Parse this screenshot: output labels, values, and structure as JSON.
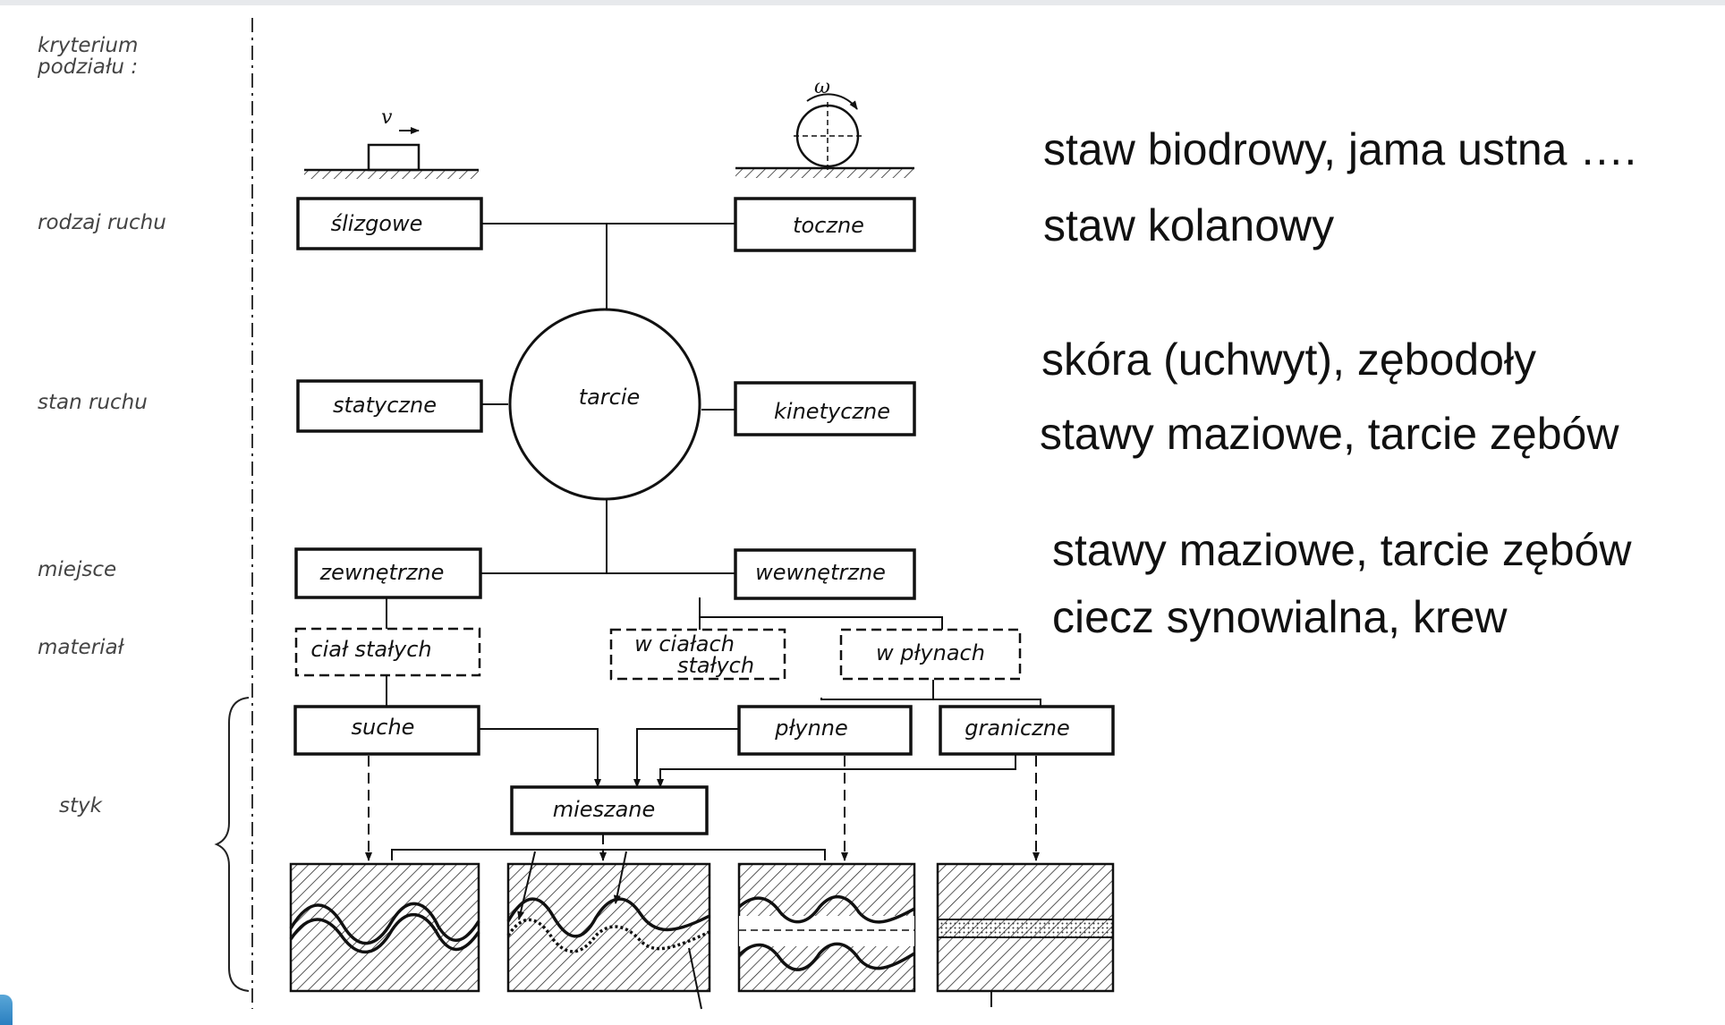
{
  "criteria": {
    "header_line1": "kryterium",
    "header_line2": "podziału :",
    "motion_type": "rodzaj   ruchu",
    "motion_state": "stan   ruchu",
    "place": "miejsce",
    "material": "materiał",
    "contact": "styk"
  },
  "symbols": {
    "velocity": "v",
    "angular": "ω"
  },
  "nodes": {
    "center": "tarcie",
    "sliding": "ślizgowe",
    "rolling": "toczne",
    "static": "statyczne",
    "kinetic": "kinetyczne",
    "external": "zewnętrzne",
    "internal": "wewnętrzne",
    "solids": "ciał stałych",
    "in_solids_1": "w  ciałach",
    "in_solids_2": "stałych",
    "in_fluids": "w  płynach",
    "dry": "suche",
    "fluid": "płynne",
    "boundary": "graniczne",
    "mixed": "mieszane"
  },
  "notes": [
    "staw biodrowy, jama ustna ….",
    "staw kolanowy",
    "skóra (uchwyt), zębodoły",
    "stawy maziowe, tarcie zębów",
    "stawy maziowe, tarcie zębów",
    "ciecz synowialna, krew"
  ]
}
